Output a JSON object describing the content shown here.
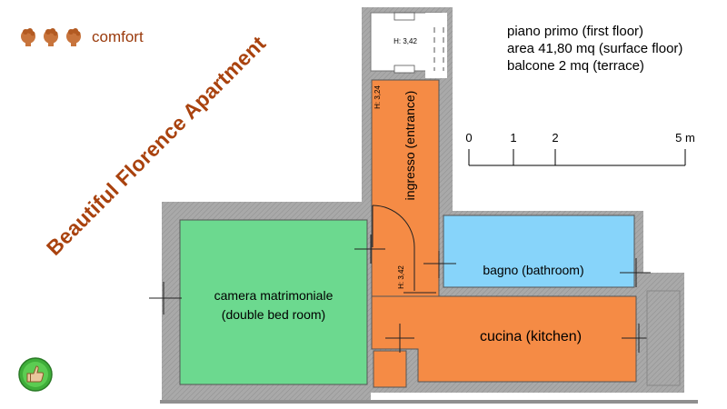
{
  "title": "Beautiful Florence Apartment",
  "comfort": {
    "label": "comfort",
    "rating": 3,
    "icon": "statue-head-icon"
  },
  "info": [
    "piano primo (first floor)",
    "area 41,80 mq (surface floor)",
    "balcone 2 mq (terrace)"
  ],
  "rooms": {
    "bedroom": {
      "line1": "camera matrimoniale",
      "line2": "(double bed room)",
      "color": "#6cd98f"
    },
    "entrance": {
      "label": "ingresso (entrance)",
      "color": "#f58b45"
    },
    "bathroom": {
      "label": "bagno (bathroom)",
      "color": "#87d4fa"
    },
    "kitchen": {
      "label": "cucina (kitchen)",
      "color": "#f58b45"
    },
    "balcony": {
      "height": "H: 3,42"
    }
  },
  "heights": {
    "balcony": "H: 3,42",
    "corridor_upper": "H: 3,24",
    "corridor_lower": "H: 3,42"
  },
  "scale": {
    "ticks": [
      "0",
      "1",
      "2",
      "5 m"
    ]
  },
  "colors": {
    "wall": "#a9a9a9",
    "title": "#a9420e",
    "orange": "#f58b45",
    "green": "#6cd98f",
    "blue": "#87d4fa"
  },
  "badge": {
    "icon": "thumbs-up-icon"
  }
}
